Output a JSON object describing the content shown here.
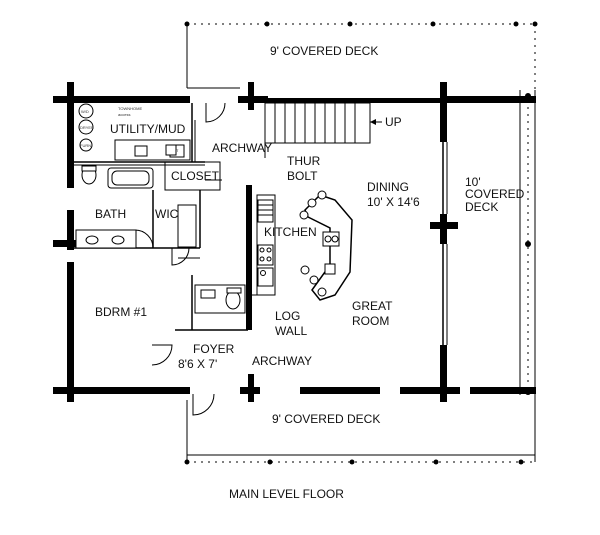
{
  "labels": {
    "deck_top": "9' COVERED DECK",
    "deck_bottom": "9' COVERED DECK",
    "deck_right": [
      "10'",
      "COVERED",
      "DECK"
    ],
    "utility": "UTILITY/MUD",
    "archway_top": "ARCHWAY",
    "up": "UP",
    "thur_bolt": [
      "THUR",
      "BOLT"
    ],
    "closet": "CLOSET",
    "dining": [
      "DINING",
      "10' X 14'6"
    ],
    "bath": "BATH",
    "wic": "WIC",
    "kitchen": "KITCHEN",
    "great_room": [
      "GREAT",
      "ROOM"
    ],
    "bdrm": "BDRM #1",
    "log_wall": [
      "LOG",
      "WALL"
    ],
    "foyer": [
      "FOYER",
      "8'6 X 7'"
    ],
    "archway_bottom": "ARCHWAY",
    "caption": "MAIN LEVEL FLOOR"
  },
  "utility_fixture_text": {
    "washer": "W/D",
    "dryer": "DRYER",
    "furnace": "FURN.",
    "water_heater": "H/T",
    "note": [
      "TOWNHOME",
      "access"
    ]
  },
  "colors": {
    "line": "#000000",
    "background": "#ffffff"
  }
}
